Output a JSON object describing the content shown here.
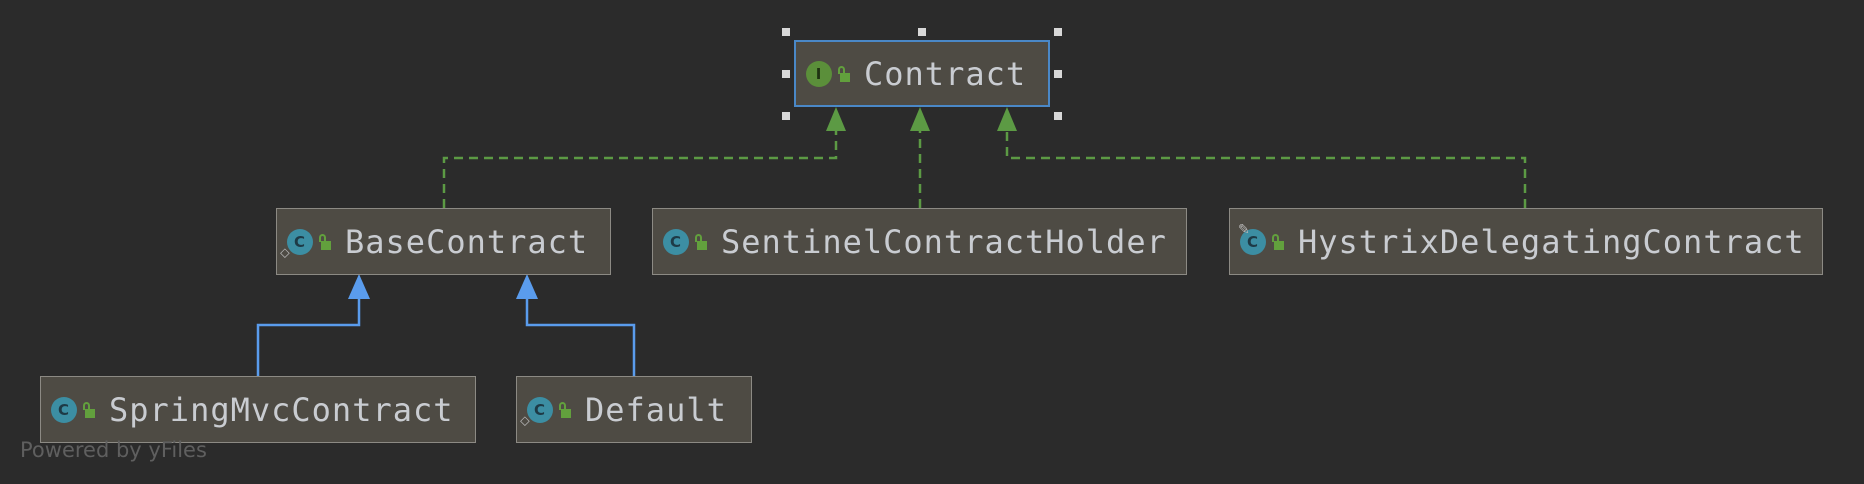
{
  "diagram": {
    "nodes": [
      {
        "id": "contract",
        "label": "Contract",
        "kind": "interface",
        "kind_letter": "I",
        "selected": true
      },
      {
        "id": "base",
        "label": "BaseContract",
        "kind": "abstract-class",
        "kind_letter": "C"
      },
      {
        "id": "sentinel",
        "label": "SentinelContractHolder",
        "kind": "class",
        "kind_letter": "C"
      },
      {
        "id": "hystrix",
        "label": "HystrixDelegatingContract",
        "kind": "class",
        "kind_letter": "C"
      },
      {
        "id": "springmvc",
        "label": "SpringMvcContract",
        "kind": "class",
        "kind_letter": "C"
      },
      {
        "id": "default",
        "label": "Default",
        "kind": "static-class",
        "kind_letter": "C"
      }
    ],
    "edges": [
      {
        "from": "base",
        "to": "contract",
        "type": "implements"
      },
      {
        "from": "sentinel",
        "to": "contract",
        "type": "implements"
      },
      {
        "from": "hystrix",
        "to": "contract",
        "type": "implements"
      },
      {
        "from": "springmvc",
        "to": "base",
        "type": "extends"
      },
      {
        "from": "default",
        "to": "base",
        "type": "extends"
      }
    ],
    "colors": {
      "implements": "#5c9a44",
      "extends": "#5a9ced",
      "background": "#2b2b2b",
      "selection": "#4a88c7"
    },
    "icons": {
      "kind": "class-kind-icon",
      "visibility": "public-lock-icon"
    }
  },
  "footer": {
    "text": "Powered by yFiles"
  }
}
